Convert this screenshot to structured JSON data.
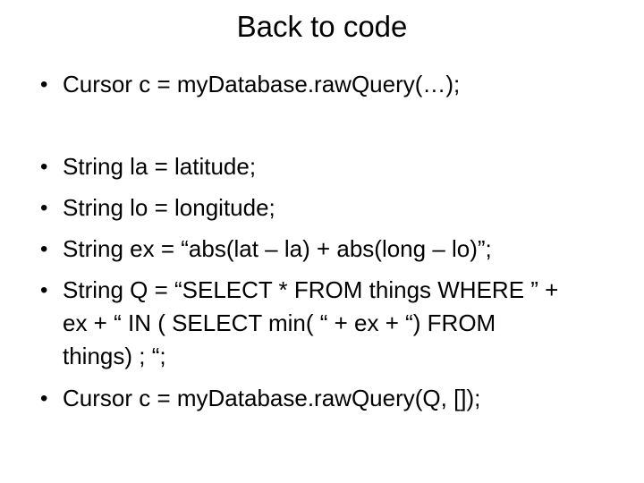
{
  "slide": {
    "title": "Back to code",
    "bullet_glyph": "•",
    "text_color": "#000000",
    "background_color": "#ffffff",
    "bullets": [
      {
        "lines": [
          "Cursor c = myDatabase.rawQuery(…);"
        ]
      },
      {
        "lines": [
          "String la = latitude;"
        ]
      },
      {
        "lines": [
          "String lo = longitude;"
        ]
      },
      {
        "lines": [
          "String ex = “abs(lat – la) + abs(long – lo)”;"
        ]
      },
      {
        "lines": [
          "String Q = “SELECT * FROM things WHERE ” +",
          "ex + “ IN ( SELECT min( “ + ex + “) FROM",
          "things) ; “;"
        ]
      },
      {
        "lines": [
          "Cursor c = myDatabase.rawQuery(Q, []);"
        ]
      }
    ]
  }
}
